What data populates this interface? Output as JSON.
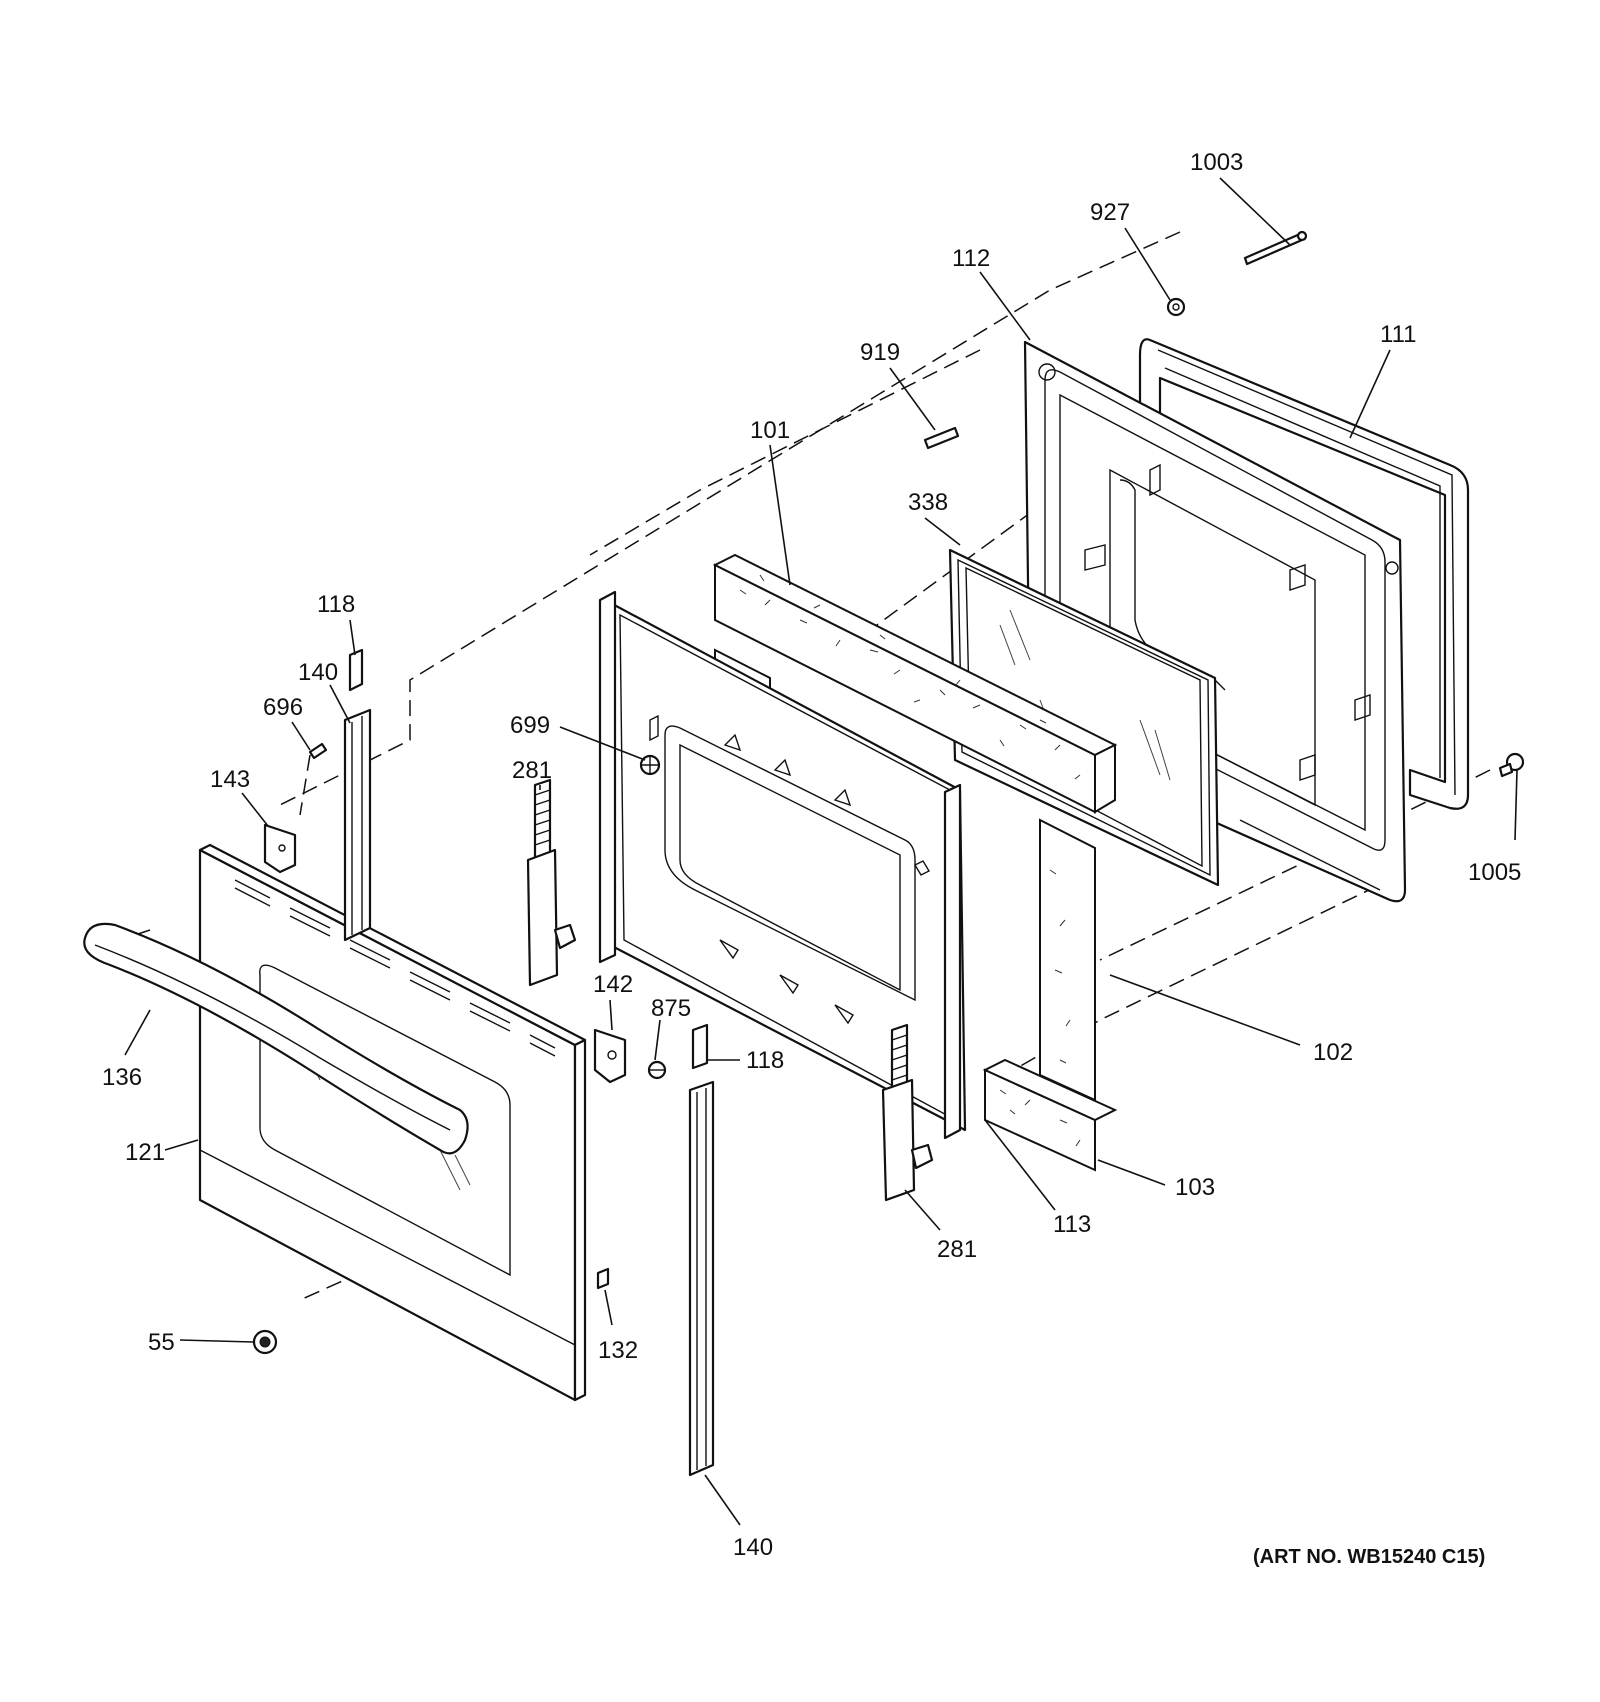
{
  "art_number": "(ART NO. WB15240 C15)",
  "callouts": [
    {
      "id": "c1003",
      "label": "1003"
    },
    {
      "id": "c927",
      "label": "927"
    },
    {
      "id": "c112",
      "label": "112"
    },
    {
      "id": "c111",
      "label": "111"
    },
    {
      "id": "c919",
      "label": "919"
    },
    {
      "id": "c101",
      "label": "101"
    },
    {
      "id": "c338",
      "label": "338"
    },
    {
      "id": "c118a",
      "label": "118"
    },
    {
      "id": "c140a",
      "label": "140"
    },
    {
      "id": "c696",
      "label": "696"
    },
    {
      "id": "c699",
      "label": "699"
    },
    {
      "id": "c281a",
      "label": "281"
    },
    {
      "id": "c143",
      "label": "143"
    },
    {
      "id": "c1005",
      "label": "1005"
    },
    {
      "id": "c136",
      "label": "136"
    },
    {
      "id": "c142",
      "label": "142"
    },
    {
      "id": "c875",
      "label": "875"
    },
    {
      "id": "c118b",
      "label": "118"
    },
    {
      "id": "c102",
      "label": "102"
    },
    {
      "id": "c121",
      "label": "121"
    },
    {
      "id": "c103",
      "label": "103"
    },
    {
      "id": "c113",
      "label": "113"
    },
    {
      "id": "c281b",
      "label": "281"
    },
    {
      "id": "c55",
      "label": "55"
    },
    {
      "id": "c132",
      "label": "132"
    },
    {
      "id": "c140b",
      "label": "140"
    }
  ]
}
